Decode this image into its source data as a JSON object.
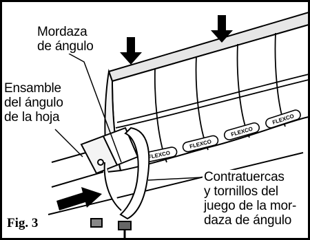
{
  "labels": {
    "angle_clamp": [
      "Mordaza",
      "de ángulo"
    ],
    "blade_angle_assembly": [
      "Ensamble",
      "del ángulo",
      "de la hoja"
    ],
    "locknuts_bolts": [
      "Contratuercas",
      "y tornillos del",
      "juego de la mor-",
      "daza de ángulo"
    ]
  },
  "figure_label": "Fig. 3",
  "segment_brand": "FLEXCO",
  "colors": {
    "ink": "#000000",
    "paper": "#ffffff",
    "frame": "#000000"
  }
}
